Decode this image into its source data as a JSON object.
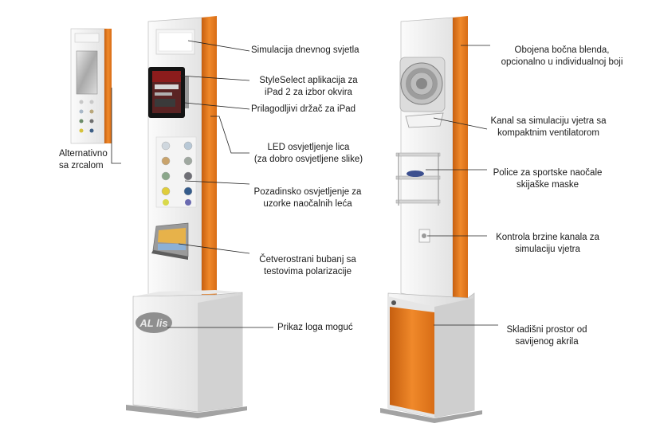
{
  "labels": {
    "alternative": [
      "Alternativno",
      "sa zrcalom"
    ],
    "daylight": [
      "Simulacija dnevnog svjetla"
    ],
    "styleselect": [
      "StyleSelect aplikacija za",
      "iPad 2 za izbor okvira"
    ],
    "ipad_holder": [
      "Prilagodljivi držač za iPad"
    ],
    "led": [
      "LED osvjetljenje lica",
      "(za dobro osvjetljene slike)"
    ],
    "backlight": [
      "Pozadinsko osvjetljenje za",
      "uzorke naočalnih leća"
    ],
    "drum": [
      "Četverostrani bubanj sa",
      "testovima polarizacije"
    ],
    "logo": [
      "Prikaz loga moguć"
    ],
    "side_panel": [
      "Obojena bočna blenda,",
      "opcionalno u individualnoj boji"
    ],
    "wind": [
      "Kanal sa simulaciju vjetra sa",
      "kompaktnim ventilatorom"
    ],
    "shelves": [
      "Police za sportske naočale",
      "skijaške maske"
    ],
    "speed": [
      "Kontrola brzine kanala za",
      "simulaciju vjetra"
    ],
    "storage": [
      "Skladišni prostor od",
      "savijenog akrila"
    ]
  },
  "logo_text": "AL lis",
  "colors": {
    "accent": "#e87a1e",
    "panel": "#f1f1f1",
    "line": "#222222"
  }
}
